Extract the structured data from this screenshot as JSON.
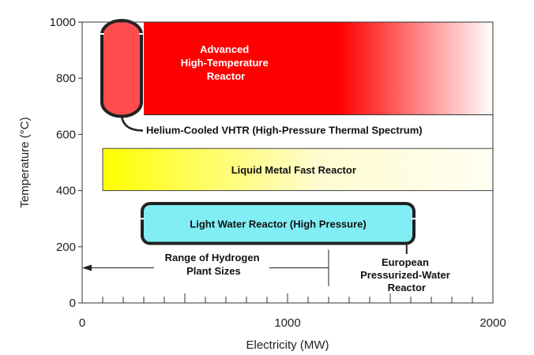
{
  "chart_data": {
    "type": "range-chart",
    "xlabel": "Electricity (MW)",
    "ylabel": "Temperature (°C)",
    "xlim": [
      0,
      2000
    ],
    "ylim": [
      0,
      1000
    ],
    "xticks": [
      0,
      1000,
      2000
    ],
    "yticks": [
      0,
      200,
      400,
      600,
      800,
      1000
    ],
    "grid": false,
    "regions": [
      {
        "label_lines": [
          "Advanced",
          "High-Temperature",
          "Reactor"
        ],
        "x_range": [
          300,
          2000
        ],
        "y_range": [
          670,
          1000
        ],
        "color": "#ff0000",
        "fade_start_x": 1250
      },
      {
        "label": "Liquid Metal Fast Reactor",
        "x_range": [
          100,
          2000
        ],
        "y_range": [
          400,
          550
        ],
        "color_start": "#ffff00",
        "color_end": "#fffff0"
      },
      {
        "label": "Light Water Reactor (High Pressure)",
        "x_range": [
          300,
          1600
        ],
        "y_range": [
          240,
          340
        ],
        "color": "#80eef4",
        "outline": "#222222"
      },
      {
        "label": "Helium-Cooled VHTR (High-Pressure Thermal Spectrum)",
        "x_range": [
          100,
          300
        ],
        "y_range": [
          670,
          1000
        ],
        "color": "#ff4d4d",
        "outline": "#222222"
      }
    ],
    "annotations": [
      {
        "label_lines": [
          "Range of Hydrogen",
          "Plant Sizes"
        ],
        "x_range": [
          0,
          1200
        ],
        "y": 125
      },
      {
        "label_lines": [
          "European",
          "Pressurized-Water",
          "Reactor"
        ],
        "x": 1580
      }
    ]
  }
}
